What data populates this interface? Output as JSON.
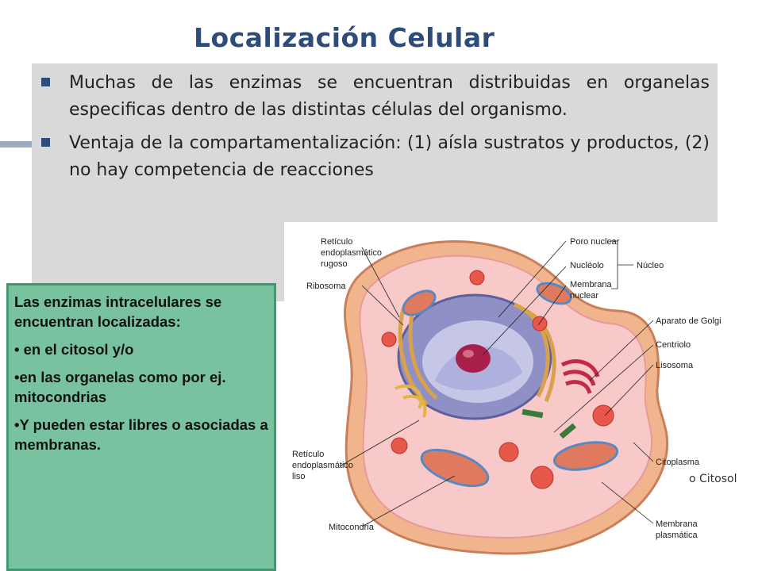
{
  "title": "Localización Celular",
  "bullets": [
    "Muchas de las enzimas se encuentran distribuidas en organelas especificas dentro de las distintas células del organismo.",
    "Ventaja de la compartamentalización: (1) aísla sustratos y productos, (2) no hay competencia de reacciones"
  ],
  "info_box": {
    "heading": "Las enzimas intracelulares se encuentran localizadas:",
    "items": [
      "• en el citosol y/o",
      "•en las organelas como por ej. mitocondrias",
      "•Y pueden estar libres o asociadas a membranas."
    ]
  },
  "cell_diagram": {
    "labels": {
      "reticulo_rugoso": [
        "Retículo",
        "endoplasmático",
        "rugoso"
      ],
      "ribosoma": "Ribosoma",
      "poro_nuclear": "Poro nuclear",
      "nucleolo": "Nucléolo",
      "membrana_nuclear": [
        "Membrana",
        "nuclear"
      ],
      "nucleo": "Núcleo",
      "aparato_golgi": "Aparato de Golgi",
      "centriolo": "Centriolo",
      "lisosoma": "Lisosoma",
      "reticulo_liso": [
        "Retículo",
        "endoplasmático",
        "liso"
      ],
      "citoplasma": "Citoplasma",
      "mitocondria": "Mitocondria",
      "membrana_plasmatica": [
        "Membrana",
        "plasmática"
      ]
    },
    "citosol_note": "o Citosol"
  }
}
